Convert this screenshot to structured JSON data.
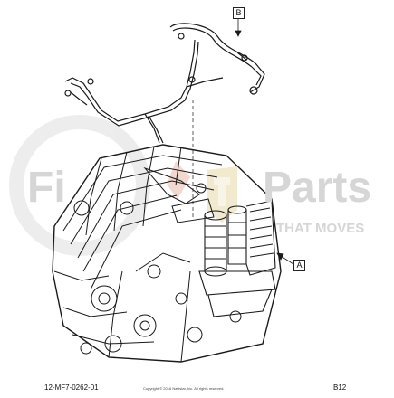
{
  "callouts": {
    "a": "A",
    "b": "B"
  },
  "footer": {
    "drawing_id": "12-MF7-0262-01",
    "copyright": "Copyright © 2016 Navistar, Inc. All rights reserved.",
    "page_ref": "B12"
  },
  "watermark": {
    "brand_left": "Fi",
    "brand_right": "Parts",
    "tagline": "THAT MOVES"
  },
  "colors": {
    "line_art": "#1a1a1a",
    "watermark_grey": "#d9d9d9",
    "logo_gold": "#d9b45a",
    "logo_red": "#c0392b"
  }
}
